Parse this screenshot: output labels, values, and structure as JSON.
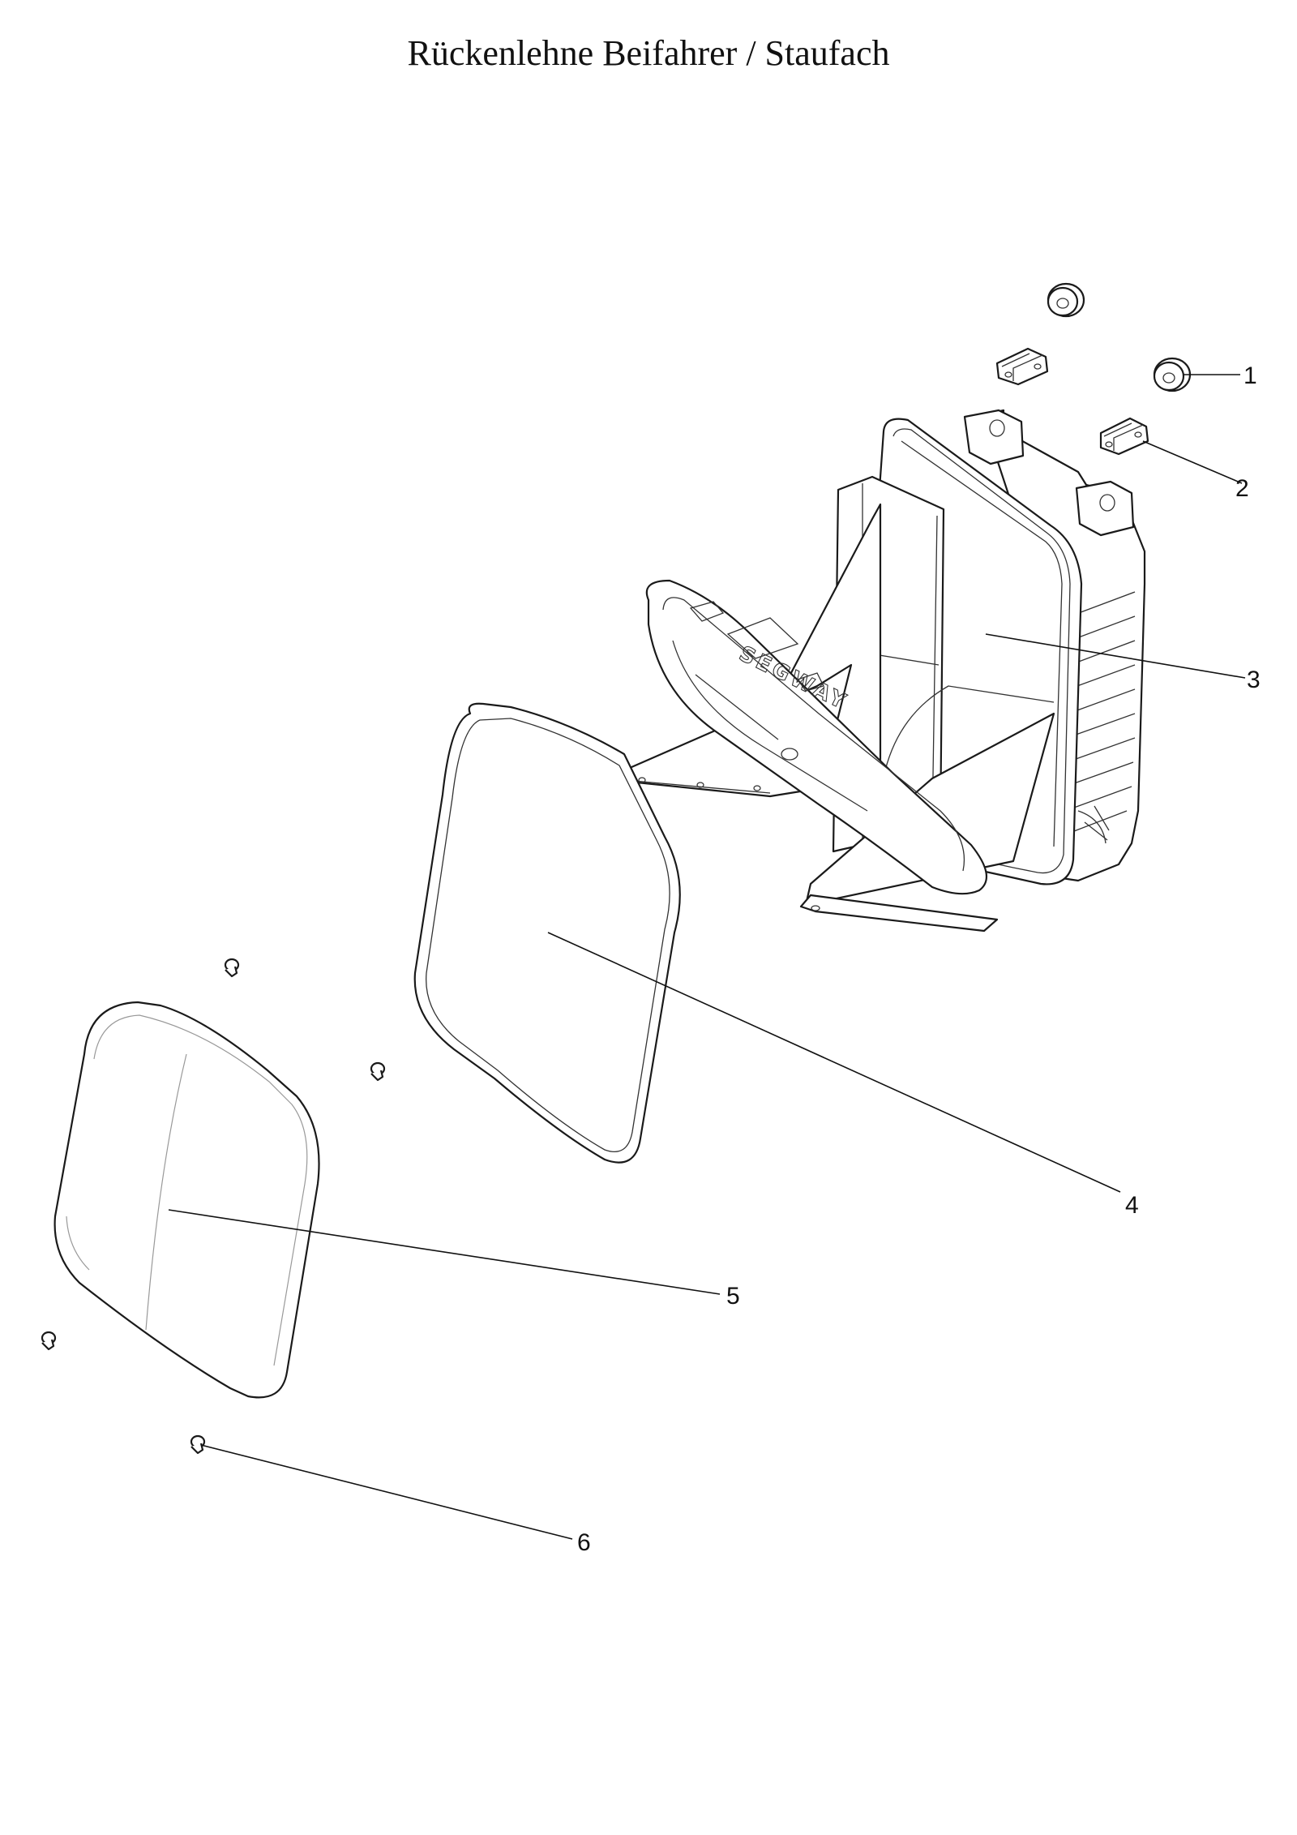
{
  "title": "Rückenlehne Beifahrer / Staufach",
  "callouts": [
    {
      "id": "1",
      "label": "1"
    },
    {
      "id": "2",
      "label": "2"
    },
    {
      "id": "3",
      "label": "3"
    },
    {
      "id": "4",
      "label": "4"
    },
    {
      "id": "5",
      "label": "5"
    },
    {
      "id": "6",
      "label": "6"
    }
  ],
  "brand_marking": "SEGWAY"
}
